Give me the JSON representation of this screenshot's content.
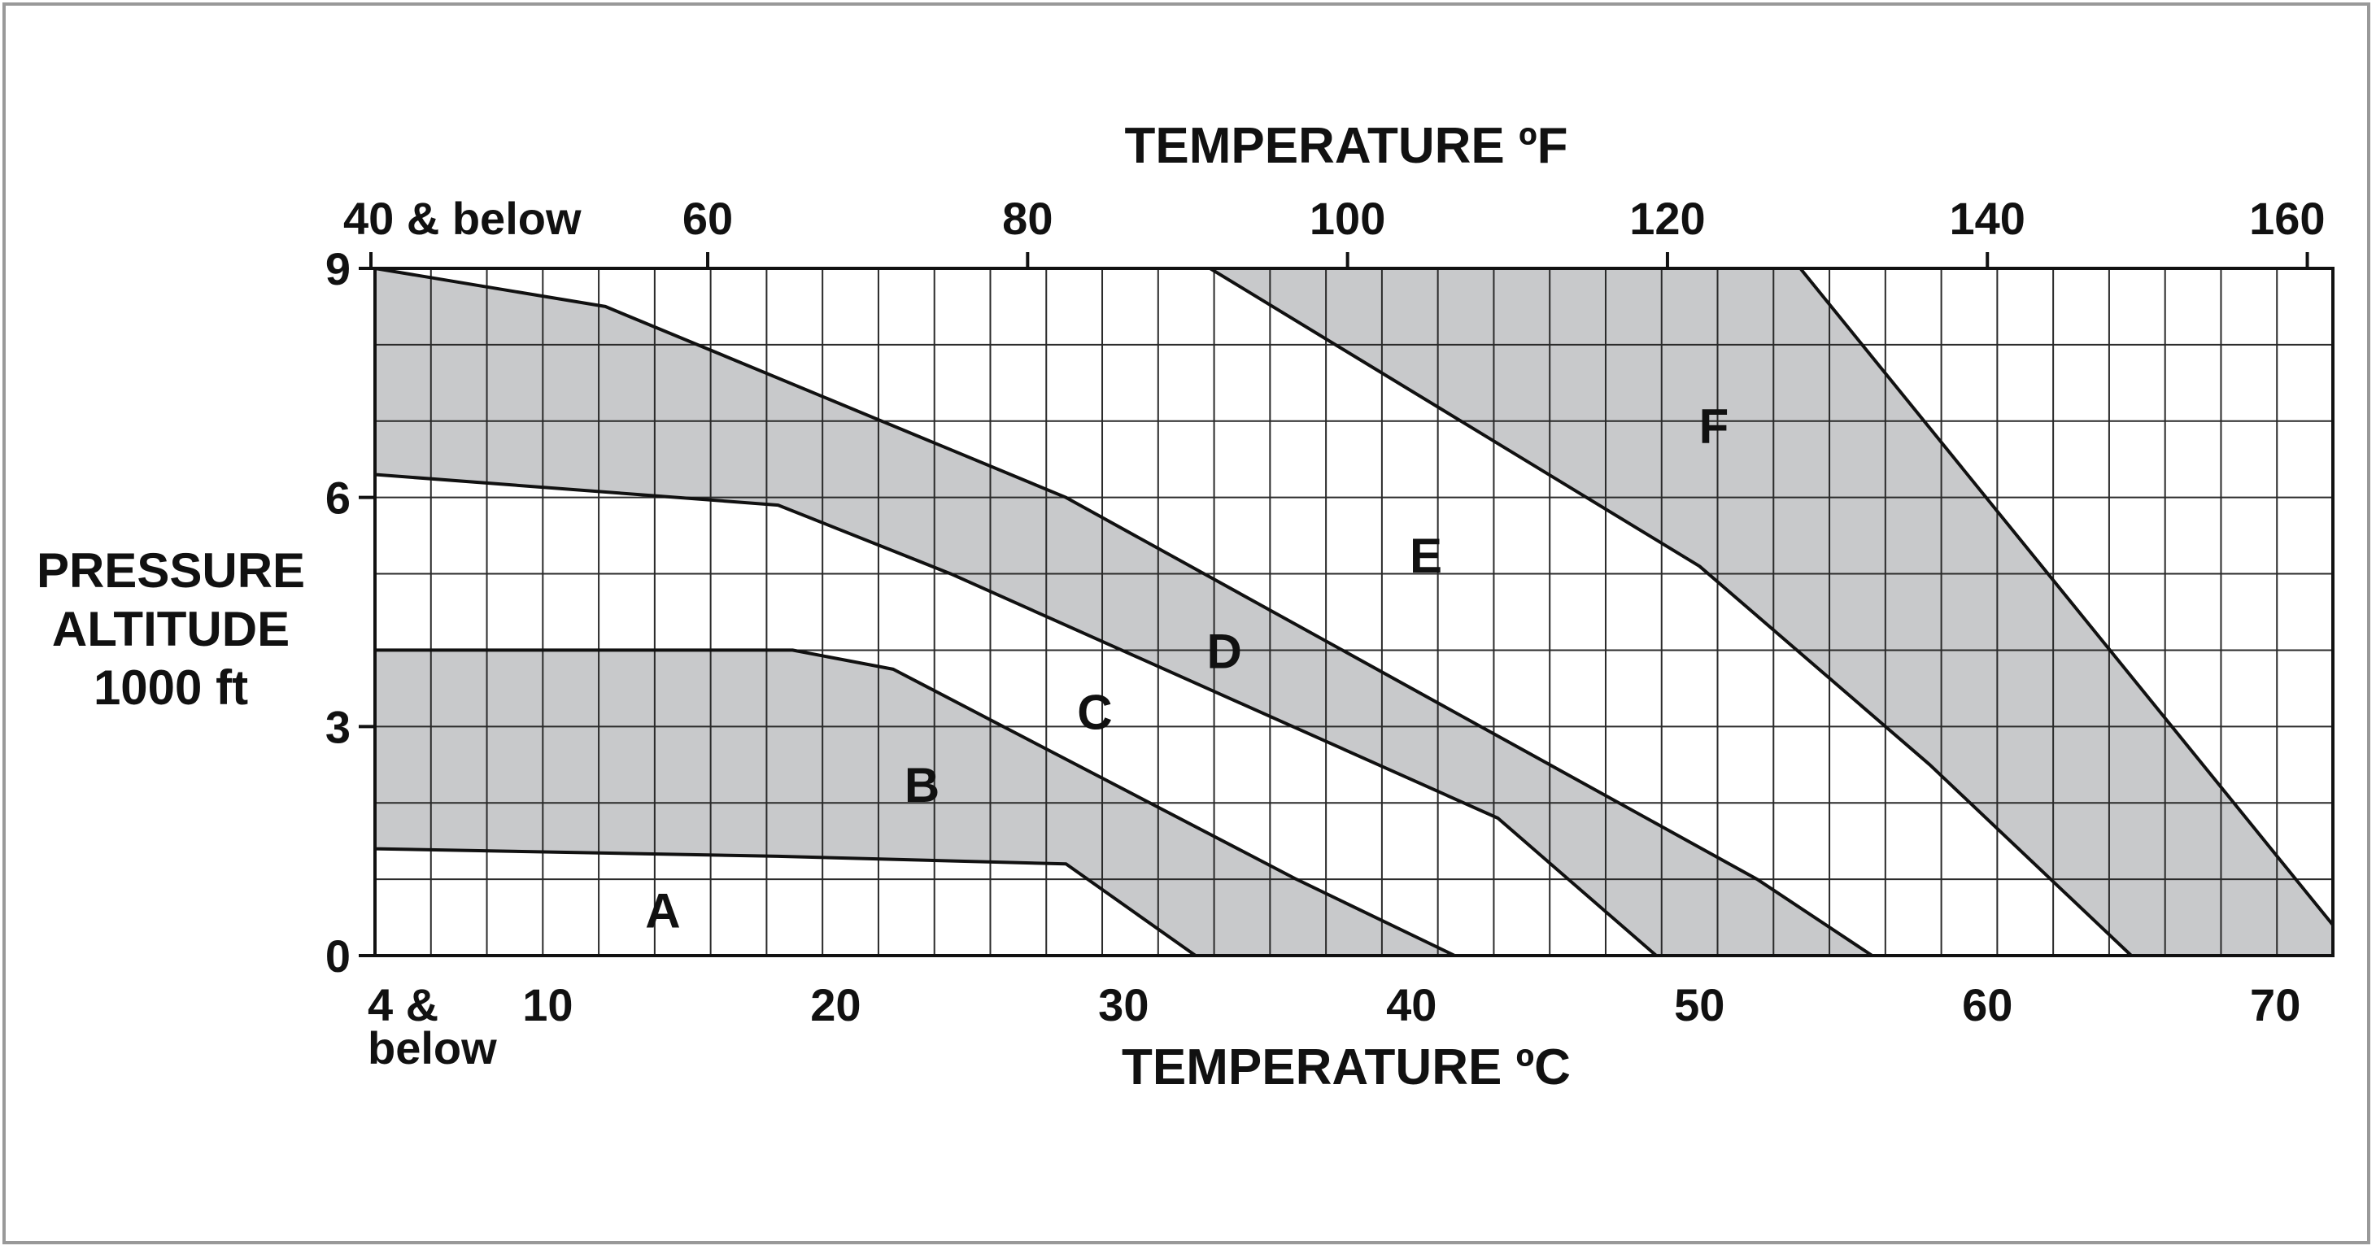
{
  "chart_data": {
    "type": "area",
    "title_top": "TEMPERATURE  ºF",
    "xlabel": "TEMPERATURE  ºC",
    "ylabel_lines": [
      "PRESSURE",
      "ALTITUDE",
      "1000 ft"
    ],
    "xlim": [
      4,
      72
    ],
    "ylim": [
      0,
      9
    ],
    "grid": true,
    "y_ticks": [
      {
        "value": 0,
        "label": "0"
      },
      {
        "value": 3,
        "label": "3"
      },
      {
        "value": 6,
        "label": "6"
      },
      {
        "value": 9,
        "label": "9"
      }
    ],
    "x_ticks_c": [
      {
        "value": 10,
        "label": "10"
      },
      {
        "value": 20,
        "label": "20"
      },
      {
        "value": 30,
        "label": "30"
      },
      {
        "value": 40,
        "label": "40"
      },
      {
        "value": 50,
        "label": "50"
      },
      {
        "value": 60,
        "label": "60"
      },
      {
        "value": 70,
        "label": "70"
      }
    ],
    "x_first_label_c": [
      "4 &",
      "below"
    ],
    "x_ticks_f": [
      {
        "value": 40,
        "label": "40 & below"
      },
      {
        "value": 60,
        "label": "60"
      },
      {
        "value": 80,
        "label": "80"
      },
      {
        "value": 100,
        "label": "100"
      },
      {
        "value": 120,
        "label": "120"
      },
      {
        "value": 140,
        "label": "140"
      },
      {
        "value": 160,
        "label": "160"
      }
    ],
    "series": [
      {
        "name": "B",
        "fill": "#c8c9cb",
        "polygon": [
          [
            4,
            4.0
          ],
          [
            18.5,
            4.0
          ],
          [
            22,
            3.75
          ],
          [
            36,
            1.0
          ],
          [
            41.5,
            0
          ],
          [
            32.5,
            0
          ],
          [
            28,
            1.2
          ],
          [
            18,
            1.3
          ],
          [
            4,
            1.4
          ]
        ]
      },
      {
        "name": "D",
        "fill": "#c8c9cb",
        "polygon": [
          [
            4,
            9.0
          ],
          [
            12,
            8.5
          ],
          [
            28,
            6.0
          ],
          [
            52,
            1.0
          ],
          [
            56,
            0
          ],
          [
            48.5,
            0
          ],
          [
            43,
            1.8
          ],
          [
            24,
            5.0
          ],
          [
            18,
            5.9
          ],
          [
            4,
            6.3
          ]
        ]
      },
      {
        "name": "F",
        "fill": "#c8c9cb",
        "polygon": [
          [
            33,
            9.0
          ],
          [
            53.5,
            9.0
          ],
          [
            72,
            0.4
          ],
          [
            72,
            0
          ],
          [
            65,
            0
          ],
          [
            58,
            2.5
          ],
          [
            50,
            5.1
          ],
          [
            33,
            9.0
          ]
        ]
      }
    ],
    "region_labels": [
      {
        "label": "A",
        "x": 14,
        "y": 0.6
      },
      {
        "label": "B",
        "x": 23,
        "y": 2.25
      },
      {
        "label": "C",
        "x": 29,
        "y": 3.2
      },
      {
        "label": "D",
        "x": 33.5,
        "y": 4.0
      },
      {
        "label": "E",
        "x": 40.5,
        "y": 5.25
      },
      {
        "label": "F",
        "x": 50.5,
        "y": 6.95
      }
    ]
  }
}
